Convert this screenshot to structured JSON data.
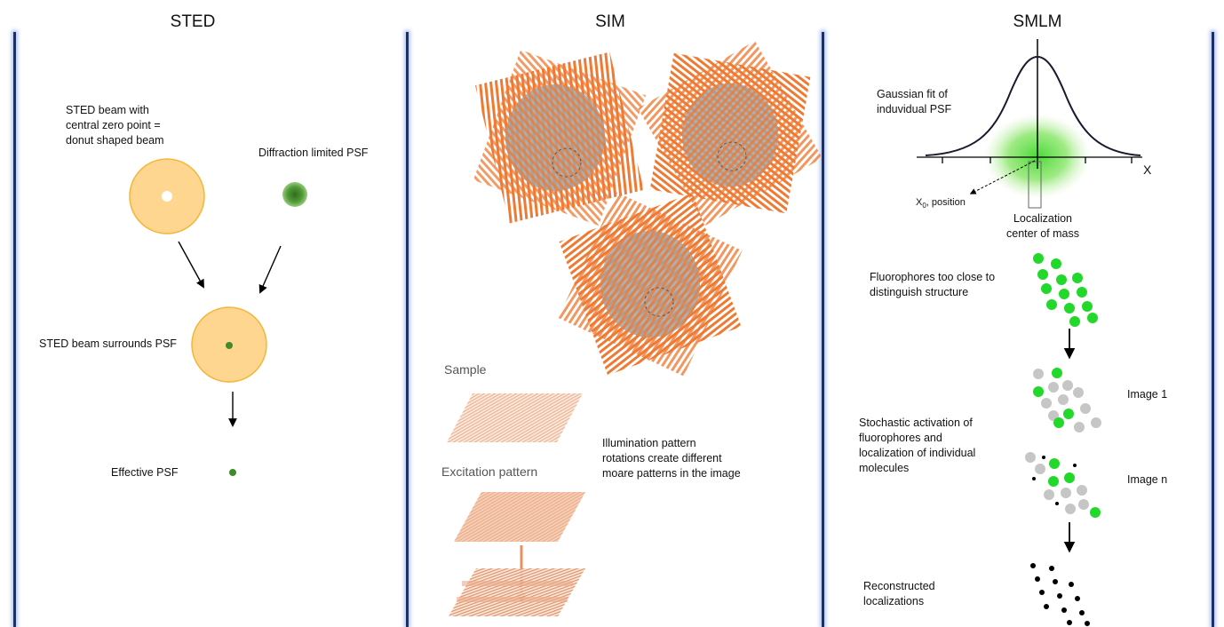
{
  "titles": {
    "sted": "STED",
    "sim": "SIM",
    "smlm": "SMLM"
  },
  "sted": {
    "beam_label": [
      "STED beam with",
      "central zero point =",
      "donut shaped beam"
    ],
    "psf_label": "Diffraction limited PSF",
    "surround_label": "STED beam surrounds PSF",
    "effective_label": "Effective PSF"
  },
  "sim": {
    "sample_label": "Sample",
    "excitation_label": "Excitation pattern",
    "illumination_text": [
      "Illumination pattern",
      "rotations create different",
      "moare patterns in the image"
    ]
  },
  "smlm": {
    "gaussian_label": [
      "Gaussian fit of",
      "induvidual PSF"
    ],
    "x_axis_label": "X",
    "x0_label": "X",
    "x0_subscript": "0",
    "x0_suffix": ", position",
    "localization_label": [
      "Localization",
      "center of mass"
    ],
    "fluorophores_label": [
      "Fluorophores too close to",
      "distinguish structure"
    ],
    "stochastic_label": [
      "Stochastic activation of",
      "fluorophores and",
      "localization of individual",
      "molecules"
    ],
    "image1_label": "Image 1",
    "imagen_label": "Image n",
    "reconstructed_label": [
      "Reconstructed",
      "localizations"
    ]
  },
  "colors": {
    "divider": "#1c2f66",
    "donut": "#ffd68f",
    "donut_edge": "#f4b63a",
    "psf": "#3f8a2a",
    "grating": "#ee7a33",
    "sample_gray": "#a3a3a3",
    "fluorophore_on": "#22d82a",
    "fluorophore_off": "#c6c6c6",
    "gaussian_glow": "#4fd83a"
  }
}
